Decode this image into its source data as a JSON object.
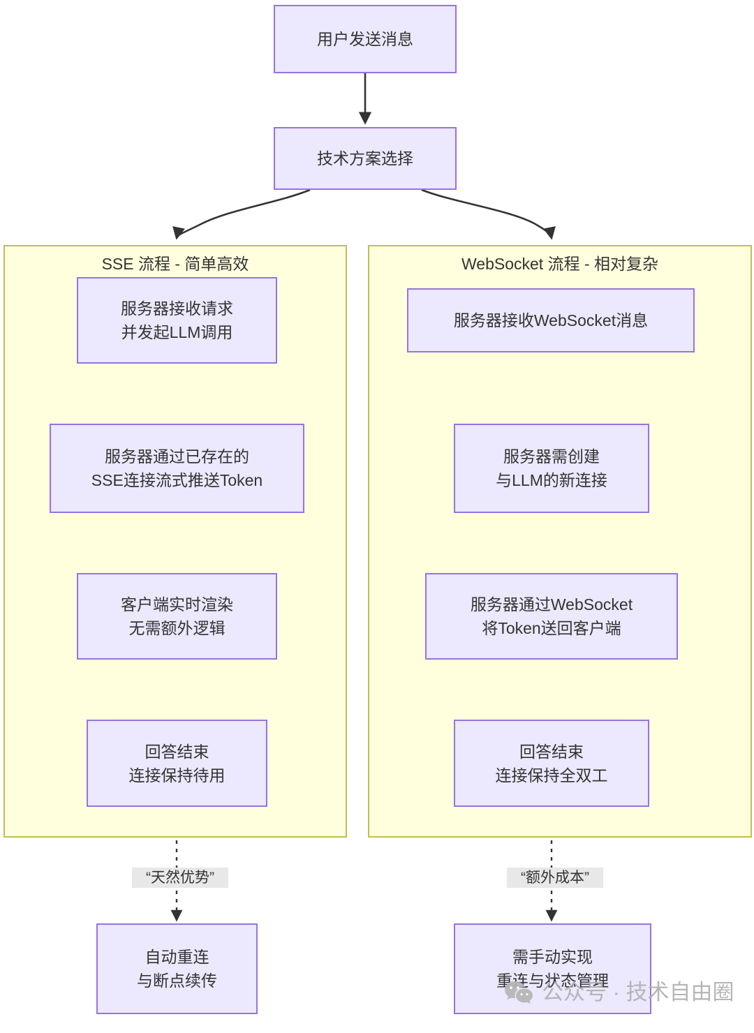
{
  "diagram": {
    "type": "flowchart",
    "title_node": "用户发送消息",
    "decision_node": "技术方案选择",
    "branches": [
      {
        "id": "sse",
        "title": "SSE 流程 - 简单高效",
        "steps": [
          {
            "line1": "服务器接收请求",
            "line2": "并发起LLM调用"
          },
          {
            "line1": "服务器通过已存在的",
            "line2": "SSE连接流式推送Token"
          },
          {
            "line1": "客户端实时渲染",
            "line2": "无需额外逻辑"
          },
          {
            "line1": "回答结束",
            "line2": "连接保持待用"
          }
        ],
        "outcome_edge_label": "“天然优势”",
        "outcome": {
          "line1": "自动重连",
          "line2": "与断点续传"
        }
      },
      {
        "id": "websocket",
        "title": "WebSocket 流程 - 相对复杂",
        "steps": [
          {
            "line1": "服务器接收WebSocket消息",
            "line2": ""
          },
          {
            "line1": "服务器需创建",
            "line2": "与LLM的新连接"
          },
          {
            "line1": "服务器通过WebSocket",
            "line2": "将Token送回客户端"
          },
          {
            "line1": "回答结束",
            "line2": "连接保持全双工"
          }
        ],
        "outcome_edge_label": "“额外成本”",
        "outcome": {
          "line1": "需手动实现",
          "line2": "重连与状态管理"
        }
      }
    ]
  },
  "watermark": {
    "icon": "wechat-icon",
    "text": "公众号 · 技术自由圈"
  },
  "colors": {
    "node_fill": "#ece8fd",
    "node_border": "#9673e0",
    "subgraph_fill": "#ffffde",
    "subgraph_border": "#bfbf50",
    "edge_stroke": "#333333",
    "edge_label_bg": "#e8e8e8",
    "text": "#333333",
    "watermark": "#b3b3b3",
    "background": "#ffffff"
  }
}
